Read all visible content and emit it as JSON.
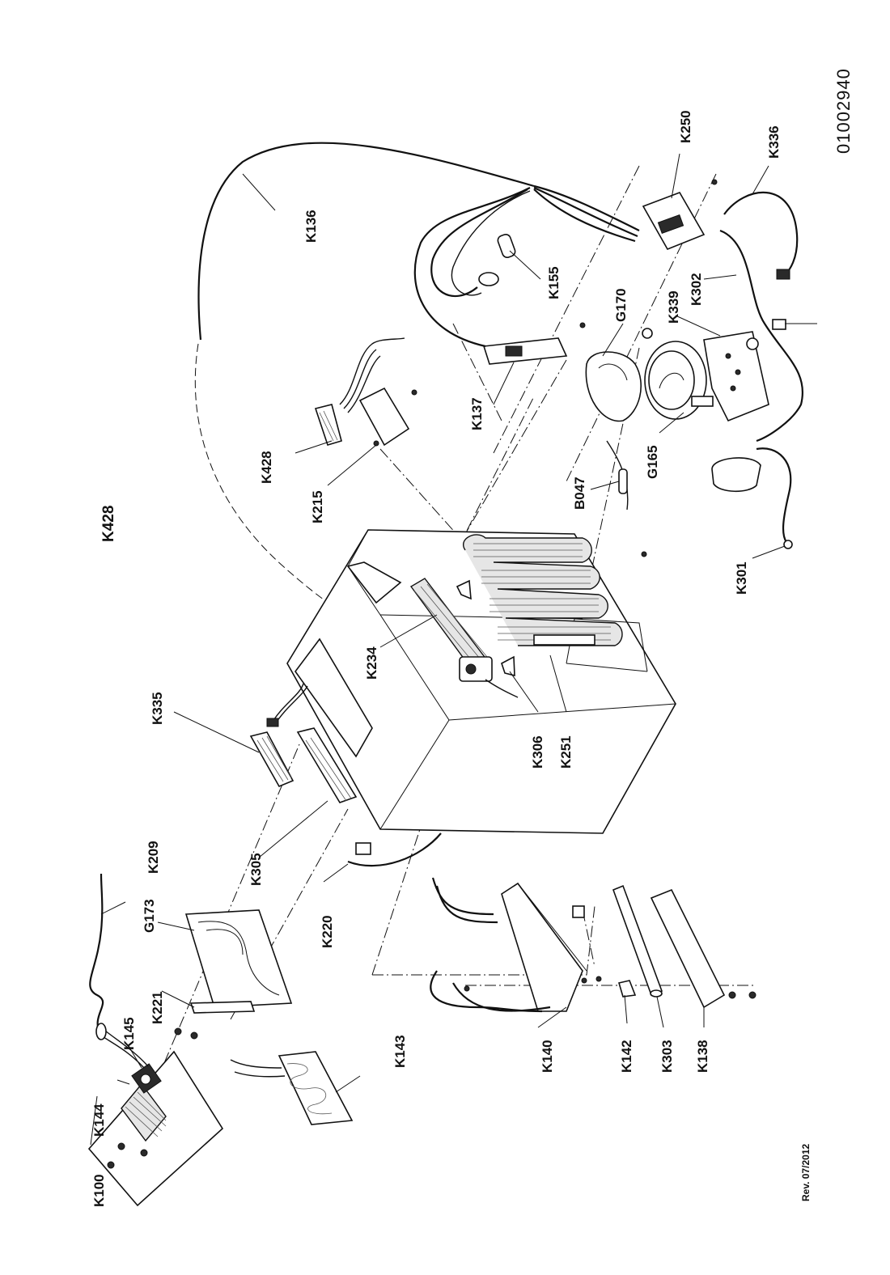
{
  "drawing": {
    "title_ref": "K428",
    "document_number": "01002940",
    "revision": "Rev. 07/2012"
  },
  "callouts": [
    {
      "id": "k100",
      "text": "K100"
    },
    {
      "id": "k144",
      "text": "K144"
    },
    {
      "id": "k145",
      "text": "K145"
    },
    {
      "id": "k221",
      "text": "K221"
    },
    {
      "id": "g173",
      "text": "G173"
    },
    {
      "id": "k209",
      "text": "K209"
    },
    {
      "id": "k143",
      "text": "K143"
    },
    {
      "id": "k220",
      "text": "K220"
    },
    {
      "id": "k305",
      "text": "K305"
    },
    {
      "id": "k335",
      "text": "K335"
    },
    {
      "id": "k140",
      "text": "K140"
    },
    {
      "id": "k142",
      "text": "K142"
    },
    {
      "id": "k303",
      "text": "K303"
    },
    {
      "id": "k138",
      "text": "K138"
    },
    {
      "id": "k306",
      "text": "K306"
    },
    {
      "id": "k251",
      "text": "K251"
    },
    {
      "id": "k234",
      "text": "K234"
    },
    {
      "id": "k215",
      "text": "K215"
    },
    {
      "id": "k428",
      "text": "K428"
    },
    {
      "id": "k137",
      "text": "K137"
    },
    {
      "id": "k136",
      "text": "K136"
    },
    {
      "id": "b047",
      "text": "B047"
    },
    {
      "id": "g165",
      "text": "G165"
    },
    {
      "id": "g170",
      "text": "G170"
    },
    {
      "id": "k155",
      "text": "K155"
    },
    {
      "id": "k301",
      "text": "K301"
    },
    {
      "id": "k339",
      "text": "K339"
    },
    {
      "id": "k302",
      "text": "K302"
    },
    {
      "id": "k250",
      "text": "K250"
    },
    {
      "id": "k336",
      "text": "K336"
    }
  ]
}
